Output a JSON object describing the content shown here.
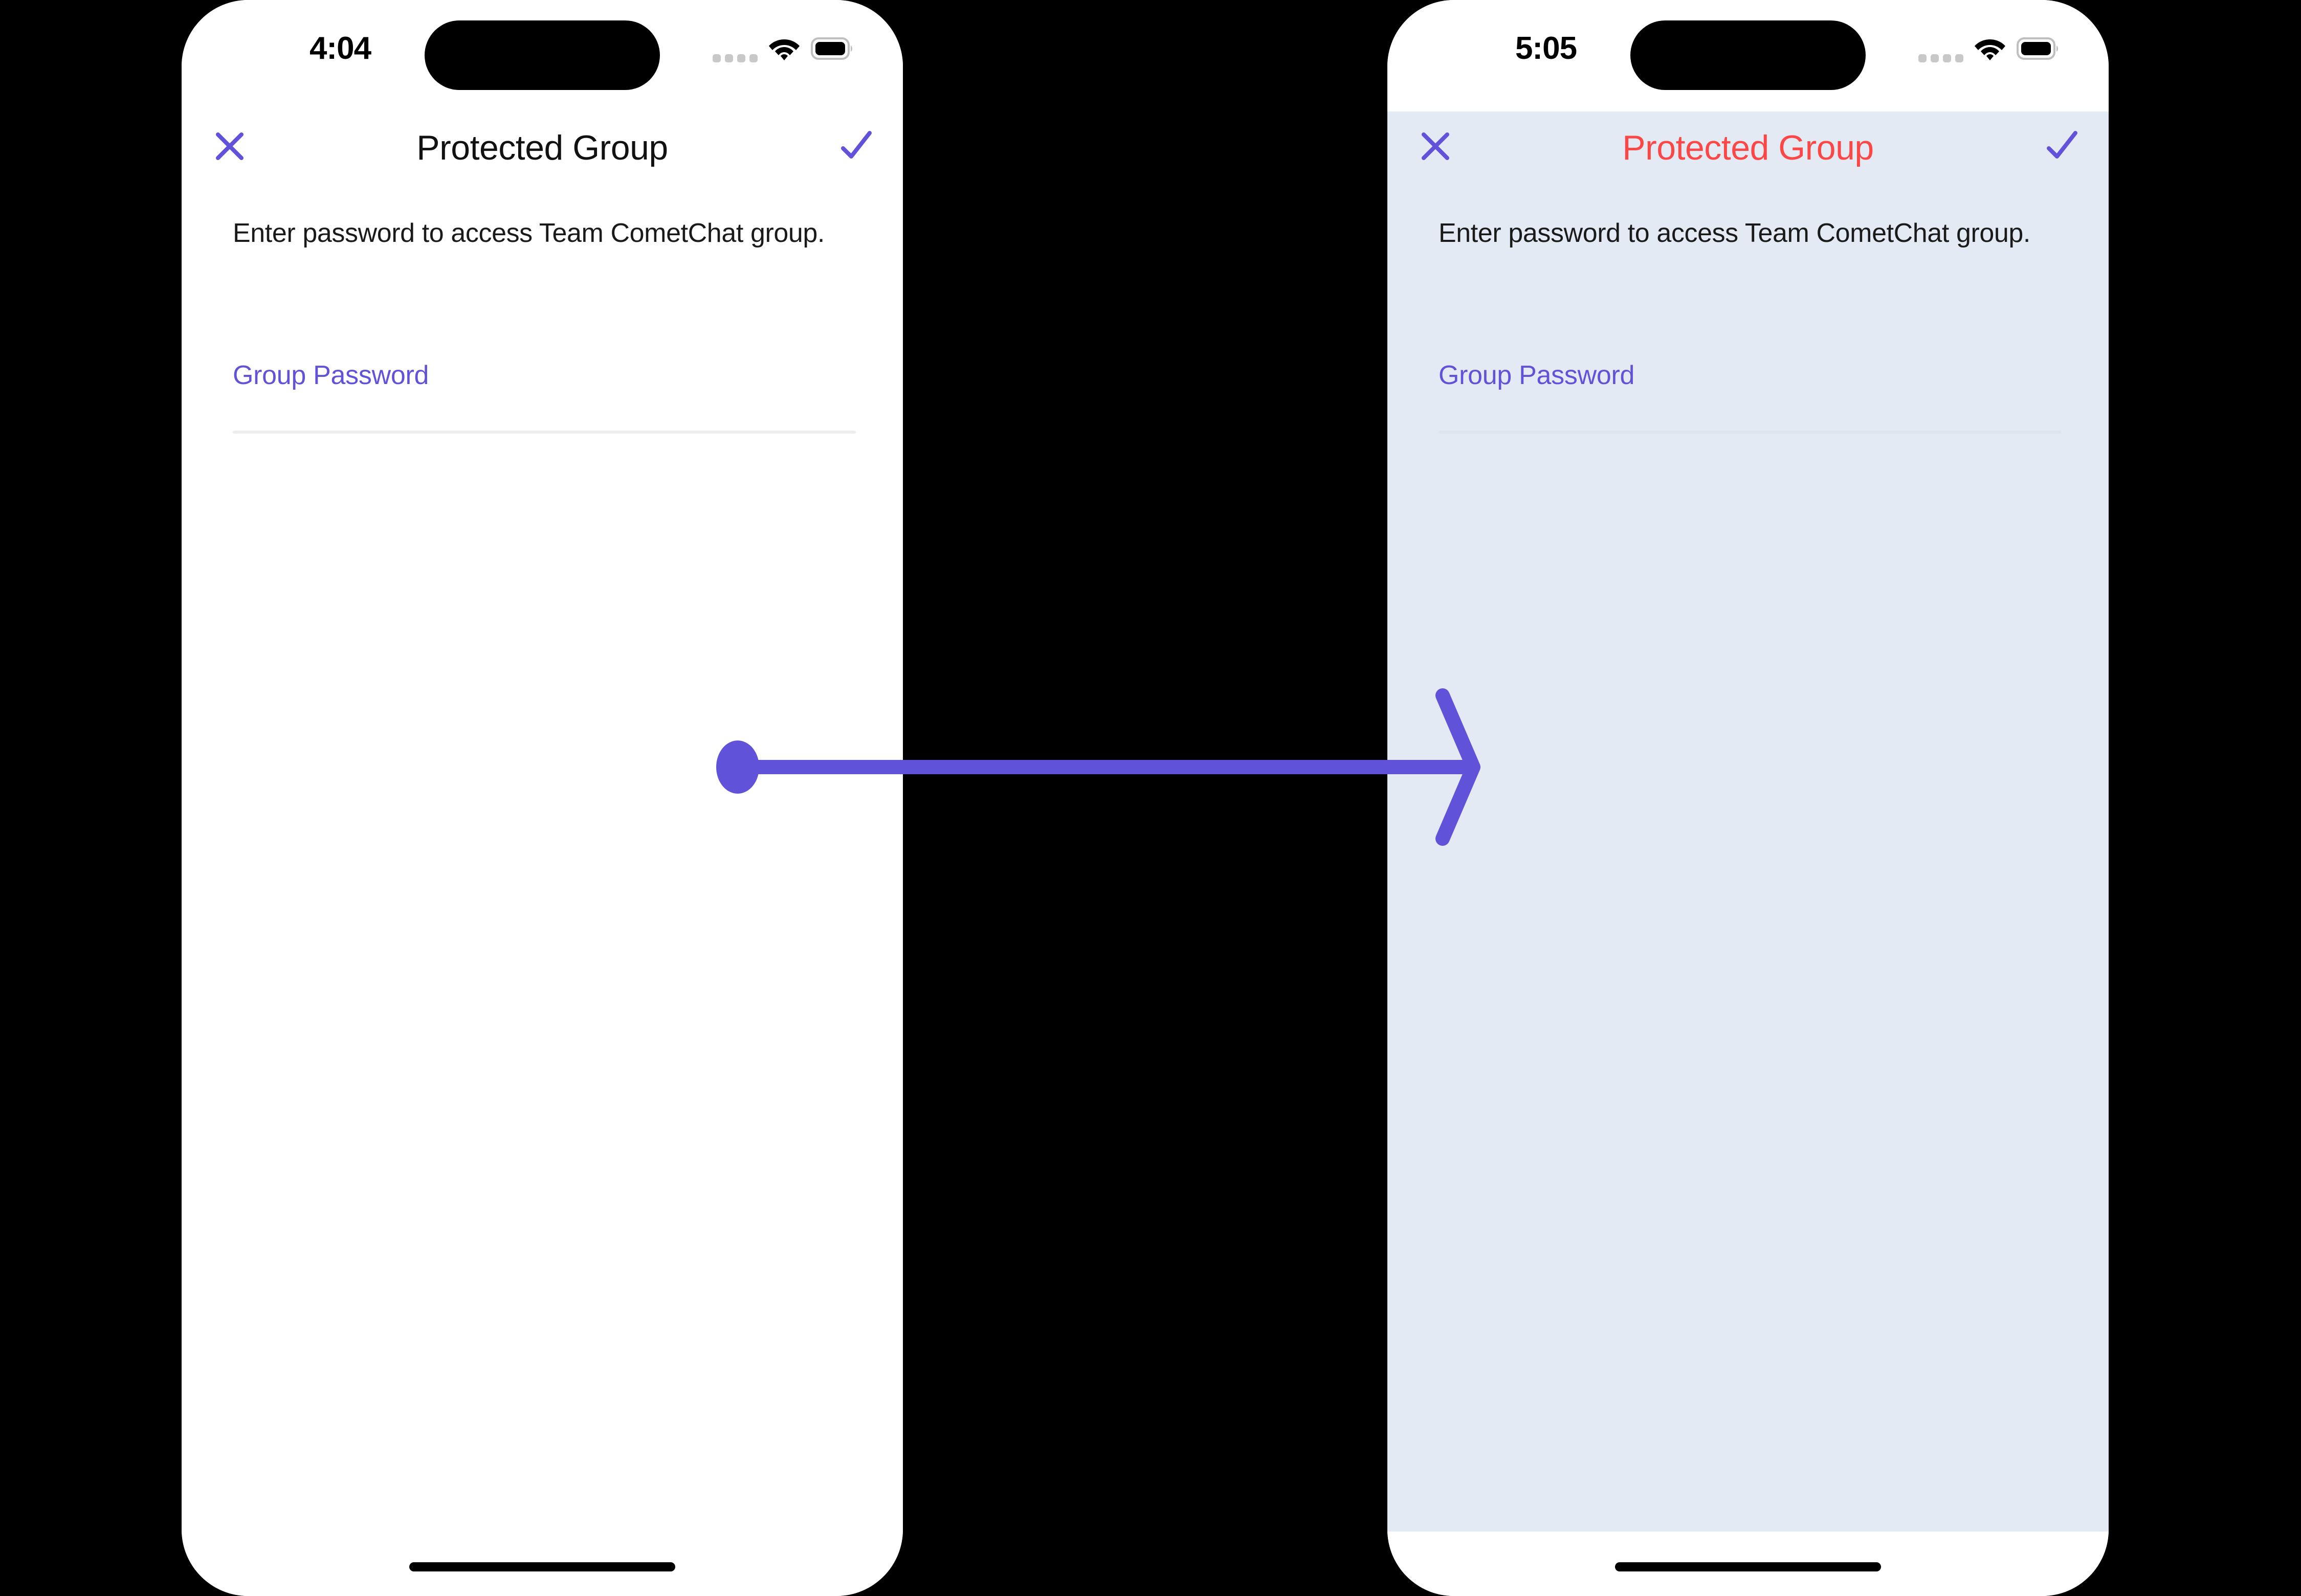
{
  "meta": {
    "canvas_background": "#000000",
    "accent_purple": "#6152DA",
    "alert_red": "#FC4747",
    "tinted_screen_background": "#E4EAF4",
    "divider_light": "#ECEDEF"
  },
  "flow": {
    "arrow_color": "#6152DA",
    "direction": "left-to-right",
    "start_marker": "dot",
    "end_marker": "arrowhead"
  },
  "screens": [
    {
      "id": "default-state",
      "status_bar": {
        "time": "4:04",
        "signal_icon": "signal-dots-icon",
        "wifi_icon": "wifi-icon",
        "battery_icon": "battery-icon"
      },
      "nav": {
        "close_icon": "close-x-icon",
        "title": "Protected Group",
        "title_color": "#111111",
        "confirm_icon": "checkmark-icon"
      },
      "body": {
        "description": "Enter password to access Team CometChat group.",
        "field_label": "Group Password",
        "field_value": "",
        "field_placeholder": ""
      },
      "home_indicator": true
    },
    {
      "id": "themed-state",
      "status_bar": {
        "time": "5:05",
        "signal_icon": "signal-dots-icon",
        "wifi_icon": "wifi-icon",
        "battery_icon": "battery-icon"
      },
      "nav": {
        "close_icon": "close-x-icon",
        "title": "Protected Group",
        "title_color": "#FC4747",
        "confirm_icon": "checkmark-icon"
      },
      "body": {
        "description": "Enter password to access Team CometChat group.",
        "field_label": "Group Password",
        "field_value": "",
        "field_placeholder": ""
      },
      "home_indicator": true
    }
  ]
}
